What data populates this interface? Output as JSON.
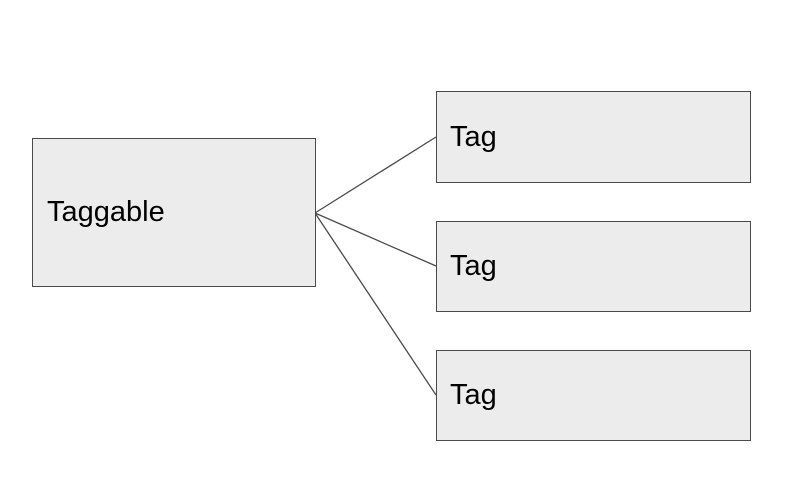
{
  "diagram": {
    "type": "entity-relationship",
    "source": {
      "label": "Taggable"
    },
    "targets": [
      {
        "label": "Tag"
      },
      {
        "label": "Tag"
      },
      {
        "label": "Tag"
      }
    ],
    "connections": [
      {
        "from": "Taggable",
        "to": "Tag"
      },
      {
        "from": "Taggable",
        "to": "Tag"
      },
      {
        "from": "Taggable",
        "to": "Tag"
      }
    ],
    "colors": {
      "node_fill": "#ececec",
      "node_border": "#4a4a4a",
      "connector": "#4a4a4a",
      "label_text": "#000000",
      "background": "#ffffff"
    }
  }
}
